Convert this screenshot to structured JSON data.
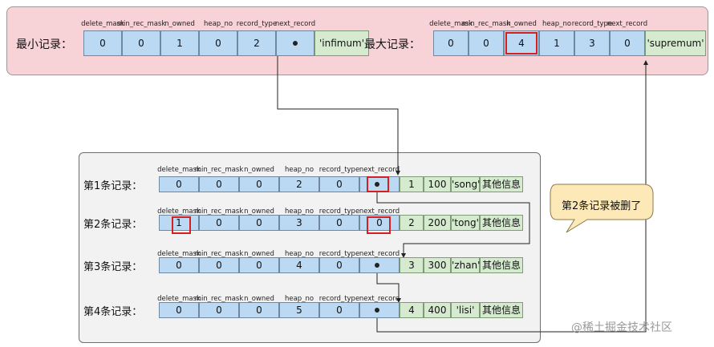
{
  "headers": [
    "delete_mask",
    "min_rec_mask",
    "n_owned",
    "heap_no",
    "record_type",
    "next_record"
  ],
  "top": {
    "min_record": {
      "label": "最小记录：",
      "values": [
        "0",
        "0",
        "1",
        "0",
        "2",
        ""
      ],
      "tail": "'infimum'"
    },
    "max_record": {
      "label": "最大记录：",
      "values": [
        "0",
        "0",
        "4",
        "1",
        "3",
        "0"
      ],
      "tail": "'supremum'"
    }
  },
  "records": [
    {
      "label": "第1条记录：",
      "values": [
        "0",
        "0",
        "0",
        "2",
        "0",
        ""
      ],
      "data": [
        "1",
        "100",
        "'song'",
        "其他信息"
      ]
    },
    {
      "label": "第2条记录：",
      "values": [
        "1",
        "0",
        "0",
        "3",
        "0",
        "0"
      ],
      "data": [
        "2",
        "200",
        "'tong'",
        "其他信息"
      ]
    },
    {
      "label": "第3条记录：",
      "values": [
        "0",
        "0",
        "0",
        "4",
        "0",
        ""
      ],
      "data": [
        "3",
        "300",
        "'zhan'",
        "其他信息"
      ]
    },
    {
      "label": "第4条记录：",
      "values": [
        "0",
        "0",
        "0",
        "5",
        "0",
        ""
      ],
      "data": [
        "4",
        "400",
        "'lisi'",
        "其他信息"
      ]
    }
  ],
  "callout": "第2条记录被删了",
  "watermark": "@稀土掘金技术社区",
  "colors": {
    "header_cell": "#bcd9f4",
    "data_cell": "#d6ead0",
    "highlight": "#d62020",
    "top_panel": "#f7d2d6"
  }
}
